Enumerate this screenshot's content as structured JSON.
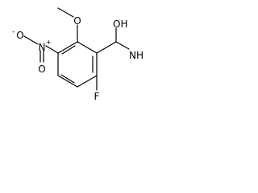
{
  "molecule": {
    "atoms": {
      "methoxy_oxygen": "O",
      "nitro_nitrogen": "N",
      "nitro_charge_n": "+",
      "nitro_oxygen_left": "O",
      "nitro_charge_o": "-",
      "nitro_oxygen_bottom": "O",
      "fluorine": "F",
      "carbonyl_oxygen": "OH",
      "amide_nitrogen": "NH"
    }
  },
  "colors": {
    "bond": "#000000",
    "label": "#000000",
    "background": "#ffffff"
  }
}
